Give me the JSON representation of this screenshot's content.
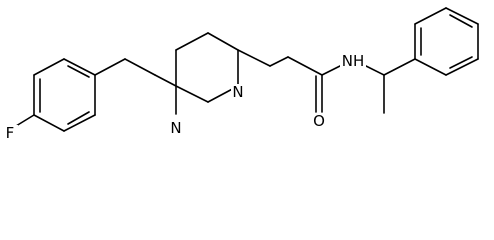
{
  "structure": {
    "atom_labels": {
      "fluorine": "F",
      "nitrogen_lower": "N",
      "nitrogen_upper": "N",
      "amide_nitrogen_h": "NH",
      "oxygen": "O"
    }
  }
}
